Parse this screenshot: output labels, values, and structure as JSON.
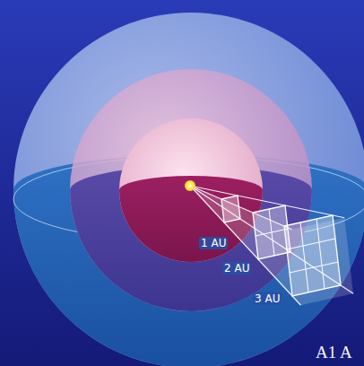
{
  "diagram": {
    "labels": [
      "1 AU",
      "2 AU",
      "3 AU",
      "A1 A"
    ]
  }
}
